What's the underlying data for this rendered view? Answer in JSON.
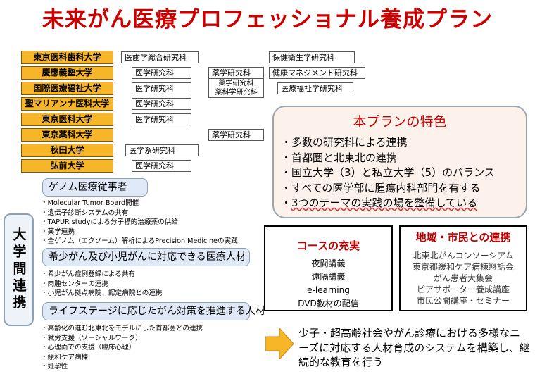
{
  "title": "未来がん医療プロフェッショナル養成プラン",
  "universities": [
    {
      "name": "東京医科歯科大学",
      "depts": [
        "医歯学総合研究科",
        "",
        "保健衛生学研究科"
      ]
    },
    {
      "name": "慶應義塾大学",
      "depts": [
        "医学研究科",
        "薬学研究科",
        "健康マネジメント研究科"
      ]
    },
    {
      "name": "国際医療福祉大学",
      "depts": [
        "医学研究科",
        "薬学研究科\n薬科学研究科",
        "医療福祉学研究科"
      ]
    },
    {
      "name": "聖マリアンナ医科大学",
      "depts": [
        "医学研究科",
        "",
        ""
      ]
    },
    {
      "name": "東京医科大学",
      "depts": [
        "医学研究科",
        "",
        ""
      ]
    },
    {
      "name": "東京薬科大学",
      "depts": [
        "",
        "薬学研究科",
        ""
      ]
    },
    {
      "name": "秋田大学",
      "depts": [
        "医学系研究科",
        "",
        ""
      ]
    },
    {
      "name": "弘前大学",
      "depts": [
        "医学研究科",
        "",
        ""
      ]
    }
  ],
  "features": {
    "title": "本プランの特色",
    "items": [
      "多数の研究科による連携",
      "首都圏と北東北の連携",
      "国立大学（3）と私立大学（5）のバランス",
      "すべての医学部に腫瘍内科部門を有する",
      "3つのテーマの実践の場を整備している"
    ]
  },
  "course": {
    "title": "コースの充実",
    "items": [
      "夜間講義",
      "遠隔講義",
      "e-learning",
      "DVD教材の配信"
    ]
  },
  "region": {
    "title": "地域・市民との連携",
    "items": [
      "北東北がんコンソーシアム",
      "東京都緩和ケア病棟懇話会",
      "がん患者大集会",
      "ピアサポーター養成講座",
      "市民公開講座・セミナー"
    ]
  },
  "vertical_label": "大学間連携",
  "themes": [
    {
      "title": "ゲノム医療従事者",
      "items": [
        "Molecular  Tumor Board開催",
        "遺伝子診断システムの共有",
        "TAPUR  studyによる分子標的治療薬の供給",
        "薬学連携",
        "全ゲノム（エクソーム）解析によるPrecision  Medicineの実践"
      ]
    },
    {
      "title": "希少がん及び小児がんに対応できる医療人材",
      "items": [
        "希少がん症例登録による共有",
        "肉腫センターの連携",
        "小児がん拠点病院、認定病院との連携"
      ]
    },
    {
      "title": "ライフステージに応じたがん対策を推進する人材",
      "items": [
        "高齢化の進む北東北をモデルにした首都圏との連携",
        "就労支援（ソーシャルワーク）",
        "心理面での支援（臨床心理）",
        "緩和ケア病棟",
        "妊孕性"
      ]
    }
  ],
  "message": "少子・超高齢社会やがん診療における多様なニーズに対応する人材育成のシステムを構築し、継続的な教育を行う",
  "colors": {
    "title": "#cc0000",
    "university_fill": "#f7b528",
    "feature_bg": "#fdf1ec",
    "theme_fill": "#dfe9f7",
    "arrow": "#f7b528"
  }
}
